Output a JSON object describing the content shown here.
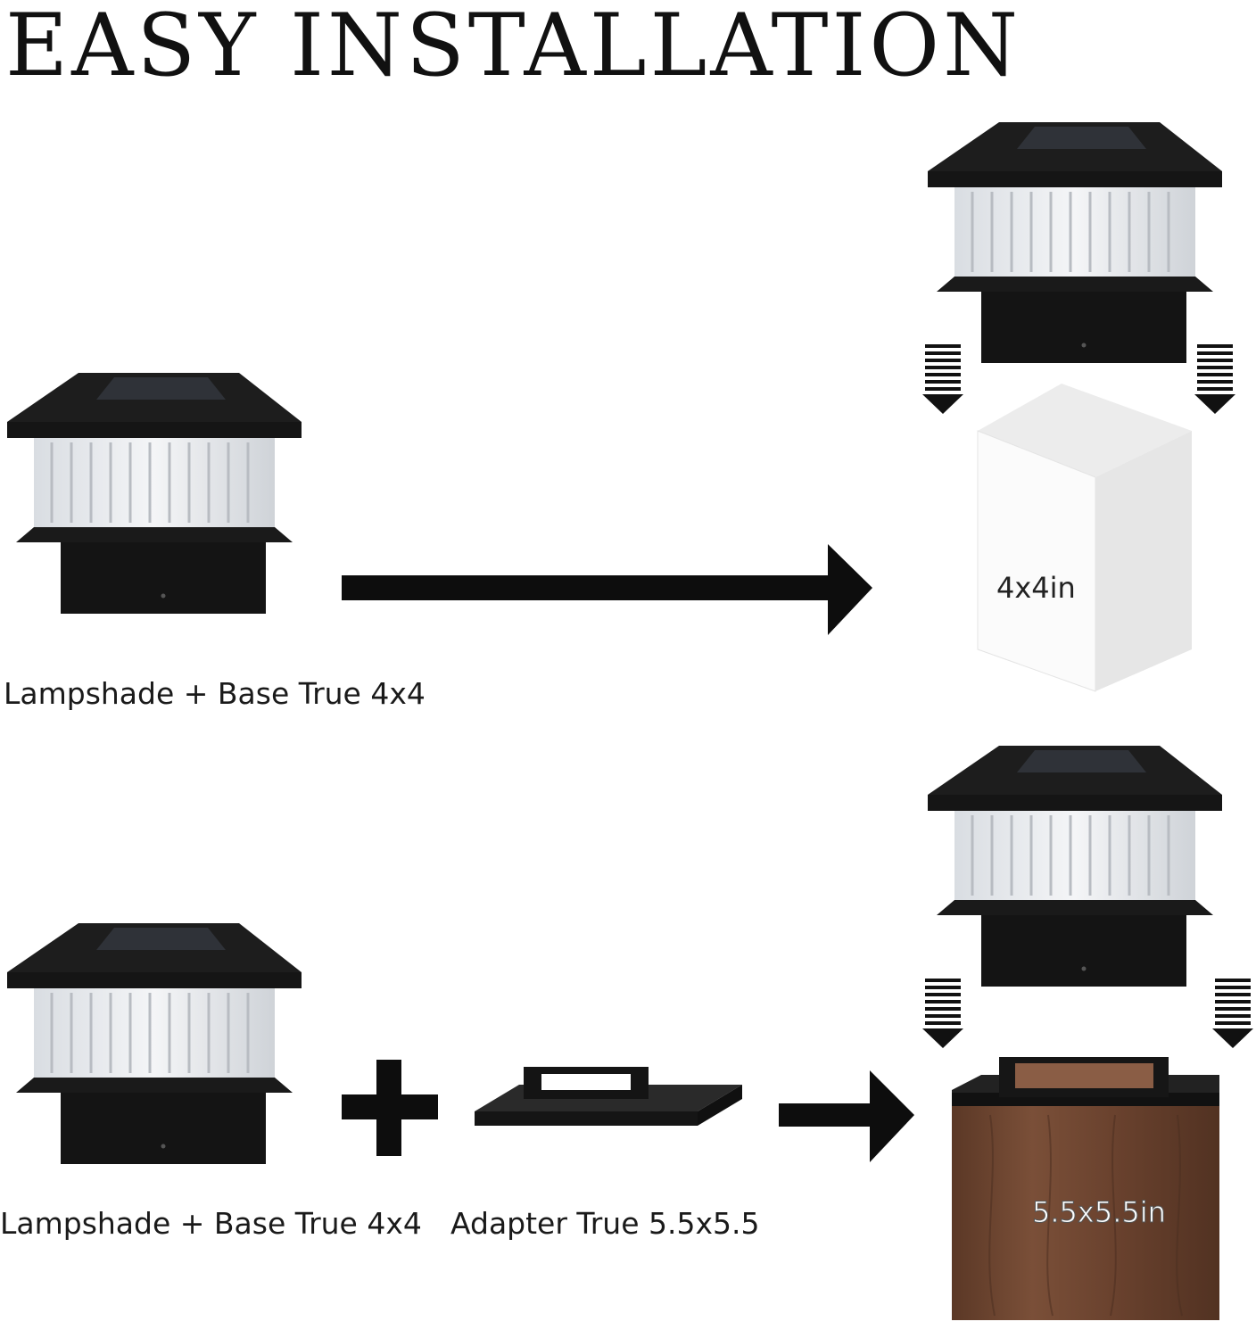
{
  "title": "EASY INSTALLATION",
  "row1": {
    "caption": "Lampshade + Base True 4x4",
    "post_label": "4x4in"
  },
  "row2": {
    "caption_lamp": "Lampshade + Base True 4x4",
    "caption_adapter": "Adapter True 5.5x5.5",
    "post_label": "5.5x5.5in"
  },
  "colors": {
    "lamp_black": "#1c1c1c",
    "lens": "#e9ecef",
    "white_post": "#f7f7f7",
    "wood_post": "#6b4430"
  },
  "icons": [
    "solar-post-cap-light",
    "right-arrow",
    "plus-sign",
    "down-arrow",
    "post-adapter",
    "white-post",
    "wood-post"
  ]
}
